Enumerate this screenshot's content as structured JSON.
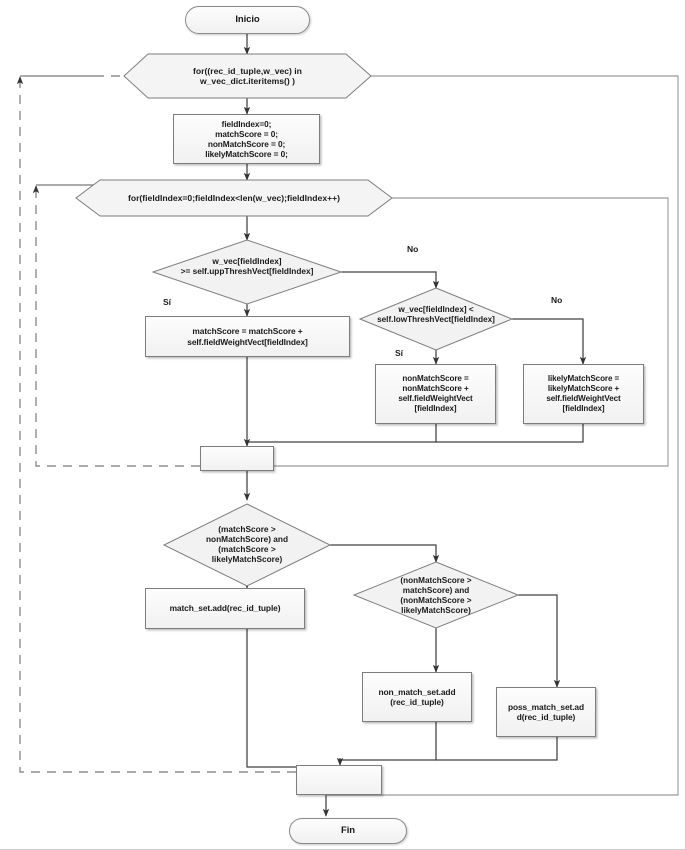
{
  "diagram": {
    "type": "flowchart",
    "language": "es",
    "title": "",
    "nodes": [
      {
        "id": "inicio",
        "shape": "terminator",
        "text": "Inicio"
      },
      {
        "id": "for_outer",
        "shape": "loop",
        "text": "for((rec_id_tuple,w_vec) in w_vec_dict.iteritems() )",
        "lines": [
          "for((rec_id_tuple,w_vec) in",
          "w_vec_dict.iteritems() )"
        ]
      },
      {
        "id": "init",
        "shape": "process",
        "text": "fieldIndex=0; matchScore = 0; nonMatchScore = 0; likelyMatchScore = 0;",
        "lines": [
          "fieldIndex=0;",
          "matchScore = 0;",
          "nonMatchScore = 0;",
          "likelyMatchScore = 0;"
        ]
      },
      {
        "id": "for_inner",
        "shape": "loop",
        "text": "for(fieldIndex=0;fieldIndex<len(w_vec);fieldIndex++)",
        "lines": [
          "for(fieldIndex=0;fieldIndex<len(w_vec);fieldIndex++)"
        ]
      },
      {
        "id": "dec_upper",
        "shape": "decision",
        "text": "w_vec[fieldIndex] >= self.uppThreshVect[fieldIndex]",
        "lines": [
          "w_vec[fieldIndex]",
          ">= self.uppThreshVect[fieldIndex]"
        ]
      },
      {
        "id": "match_score",
        "shape": "process",
        "text": "matchScore = matchScore + self.fieldWeightVect[fieldIndex]",
        "lines": [
          "matchScore = matchScore +",
          "self.fieldWeightVect[fieldIndex]"
        ]
      },
      {
        "id": "dec_lower",
        "shape": "decision",
        "text": "w_vec[fieldIndex] < self.lowThreshVect[fieldIndex]",
        "lines": [
          "w_vec[fieldIndex] <",
          "self.lowThreshVect[fieldIndex]"
        ]
      },
      {
        "id": "nonmatch_score",
        "shape": "process",
        "text": "nonMatchScore = nonMatchScore + self.fieldWeightVect[fieldIndex]",
        "lines": [
          "nonMatchScore =",
          "nonMatchScore +",
          "self.fieldWeightVect",
          "[fieldIndex]"
        ]
      },
      {
        "id": "likely_score",
        "shape": "process",
        "text": "likelyMatchScore = likelyMatchScore + self.fieldWeightVect[fieldIndex]",
        "lines": [
          "likelyMatchScore =",
          "likelyMatchScore +",
          "self.fieldWeightVect",
          "[fieldIndex]"
        ]
      },
      {
        "id": "inner_loop_end",
        "shape": "process",
        "text": "",
        "lines": []
      },
      {
        "id": "dec_match",
        "shape": "decision",
        "text": "(matchScore > nonMatchScore) and (matchScore > likelyMatchScore)",
        "lines": [
          "(matchScore >",
          "nonMatchScore) and",
          "(matchScore >",
          "likelyMatchScore)"
        ]
      },
      {
        "id": "match_add",
        "shape": "process",
        "text": "match_set.add(rec_id_tuple)",
        "lines": [
          "match_set.add(rec_id_tuple)"
        ]
      },
      {
        "id": "dec_nonmatch",
        "shape": "decision",
        "text": "(nonMatchScore > matchScore) and (nonMatchScore > likelyMatchScore)",
        "lines": [
          "(nonMatchScore >",
          "matchScore) and",
          "(nonMatchScore >",
          "likelyMatchScore)"
        ]
      },
      {
        "id": "nonmatch_add",
        "shape": "process",
        "text": "non_match_set.add (rec_id_tuple)",
        "lines": [
          "non_match_set.add",
          "(rec_id_tuple)"
        ]
      },
      {
        "id": "poss_add",
        "shape": "process",
        "text": "poss_match_set.add(rec_id_tuple)",
        "lines": [
          "poss_match_set.ad",
          "d(rec_id_tuple)"
        ]
      },
      {
        "id": "outer_loop_end",
        "shape": "process",
        "text": "",
        "lines": []
      },
      {
        "id": "fin",
        "shape": "terminator",
        "text": "Fin"
      }
    ],
    "edge_labels": [
      {
        "id": "si_upper",
        "text": "Sí"
      },
      {
        "id": "no_upper",
        "text": "No"
      },
      {
        "id": "si_lower",
        "text": "Sí"
      },
      {
        "id": "no_lower",
        "text": "No"
      }
    ],
    "colors": {
      "shape_stroke": "#7d7d7d",
      "shape_fill_top": "#fdfdfd",
      "shape_fill_bottom": "#f1f1f1",
      "connector": "#404040",
      "loop_connector": "#9b9b9b",
      "dashed_feedback": "#8f8f8f",
      "text": "#1a1a1a",
      "background": "#ffffff"
    }
  }
}
